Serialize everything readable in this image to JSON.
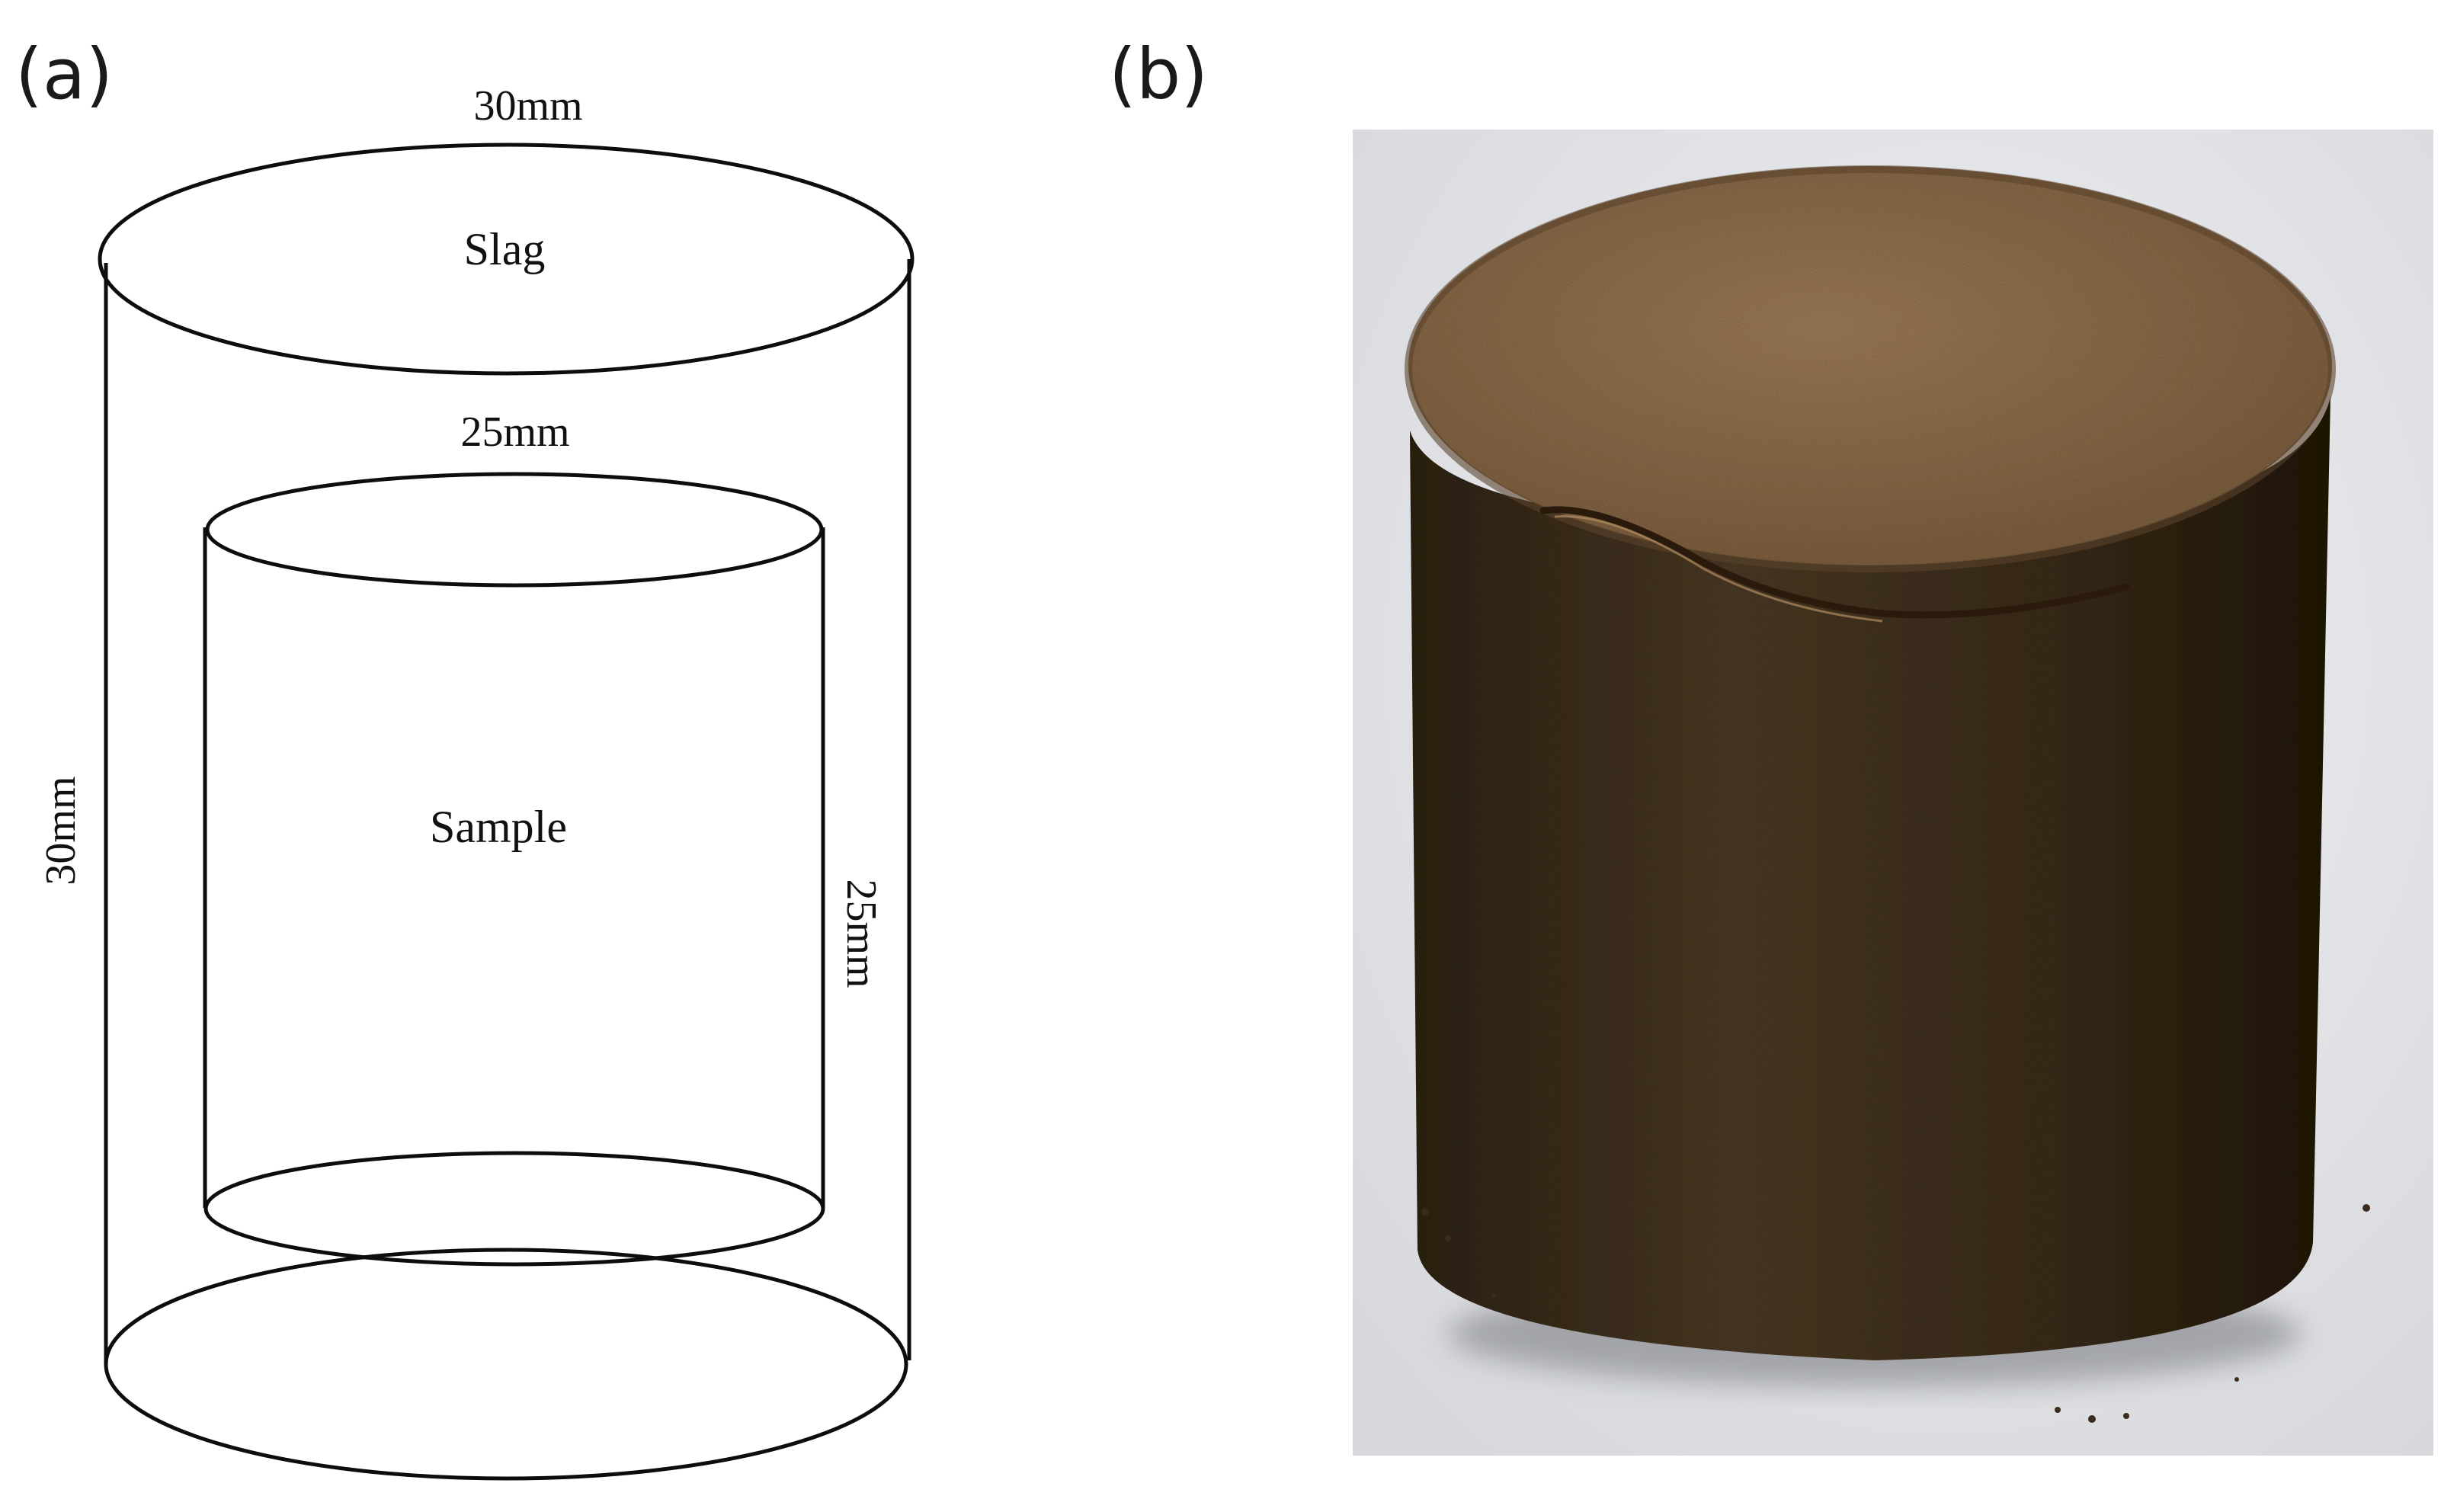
{
  "panels": {
    "a": {
      "label": "(a)",
      "outer_cylinder": {
        "label": "Slag",
        "diameter_label": "30mm",
        "height_label": "30mm"
      },
      "inner_cylinder": {
        "label": "Sample",
        "diameter_label": "25mm",
        "height_label": "25mm"
      }
    },
    "b": {
      "label": "(b)",
      "photo": "cylindrical brown slag specimen with a crack on its top face"
    }
  },
  "colors": {
    "line": "#0d0d0d",
    "specimen_top": "#8e6e4e",
    "specimen_body": "#3e2f1e",
    "photo_background": "#e2e4e8"
  }
}
